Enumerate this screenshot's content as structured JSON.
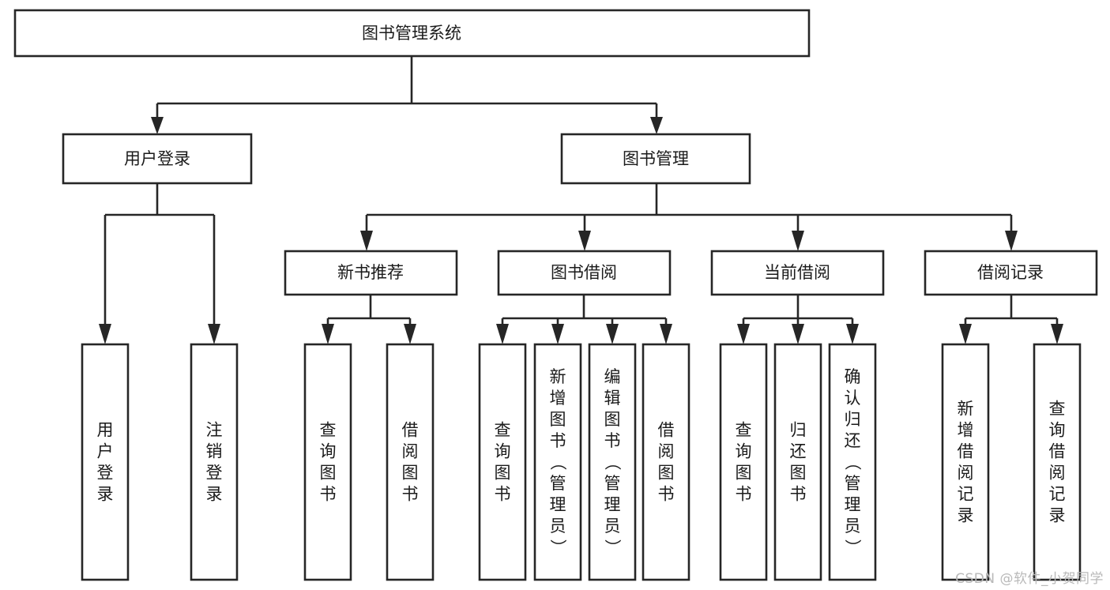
{
  "diagram": {
    "type": "tree-hierarchy",
    "title": "图书管理系统",
    "root": {
      "id": "root",
      "label": "图书管理系统",
      "orientation": "horizontal"
    },
    "level2": [
      {
        "id": "user-login",
        "label": "用户登录",
        "orientation": "horizontal"
      },
      {
        "id": "book-manage",
        "label": "图书管理",
        "orientation": "horizontal"
      }
    ],
    "level3": [
      {
        "id": "new-book-recommend",
        "label": "新书推荐",
        "orientation": "horizontal",
        "parent": "book-manage"
      },
      {
        "id": "book-borrow",
        "label": "图书借阅",
        "orientation": "horizontal",
        "parent": "book-manage"
      },
      {
        "id": "current-borrow",
        "label": "当前借阅",
        "orientation": "horizontal",
        "parent": "book-manage"
      },
      {
        "id": "borrow-record",
        "label": "借阅记录",
        "orientation": "horizontal",
        "parent": "book-manage"
      }
    ],
    "leaves": [
      {
        "id": "leaf-user-login",
        "label": "用户登录",
        "orientation": "vertical",
        "parent": "user-login"
      },
      {
        "id": "leaf-logout-login",
        "label": "注销登录",
        "orientation": "vertical",
        "parent": "user-login"
      },
      {
        "id": "leaf-query-book-1",
        "label": "查询图书",
        "orientation": "vertical",
        "parent": "new-book-recommend"
      },
      {
        "id": "leaf-borrow-book-1",
        "label": "借阅图书",
        "orientation": "vertical",
        "parent": "new-book-recommend"
      },
      {
        "id": "leaf-query-book-2",
        "label": "查询图书",
        "orientation": "vertical",
        "parent": "book-borrow"
      },
      {
        "id": "leaf-add-book",
        "label": "新增图书（管理员）",
        "orientation": "vertical",
        "parent": "book-borrow"
      },
      {
        "id": "leaf-edit-book",
        "label": "编辑图书（管理员）",
        "orientation": "vertical",
        "parent": "book-borrow"
      },
      {
        "id": "leaf-borrow-book-2",
        "label": "借阅图书",
        "orientation": "vertical",
        "parent": "book-borrow"
      },
      {
        "id": "leaf-query-book-3",
        "label": "查询图书",
        "orientation": "vertical",
        "parent": "current-borrow"
      },
      {
        "id": "leaf-return-book",
        "label": "归还图书",
        "orientation": "vertical",
        "parent": "current-borrow"
      },
      {
        "id": "leaf-confirm-return",
        "label": "确认归还（管理员）",
        "orientation": "vertical",
        "parent": "current-borrow"
      },
      {
        "id": "leaf-add-record",
        "label": "新增借阅记录",
        "orientation": "vertical",
        "parent": "borrow-record"
      },
      {
        "id": "leaf-query-record",
        "label": "查询借阅记录",
        "orientation": "vertical",
        "parent": "borrow-record"
      }
    ],
    "colors": {
      "stroke": "#262626",
      "fill": "#ffffff",
      "text": "#1b1b1b",
      "background": "#ffffff",
      "watermark": "#b9b9b9"
    }
  },
  "watermark": {
    "text": "CSDN @软件_小贺同学"
  }
}
